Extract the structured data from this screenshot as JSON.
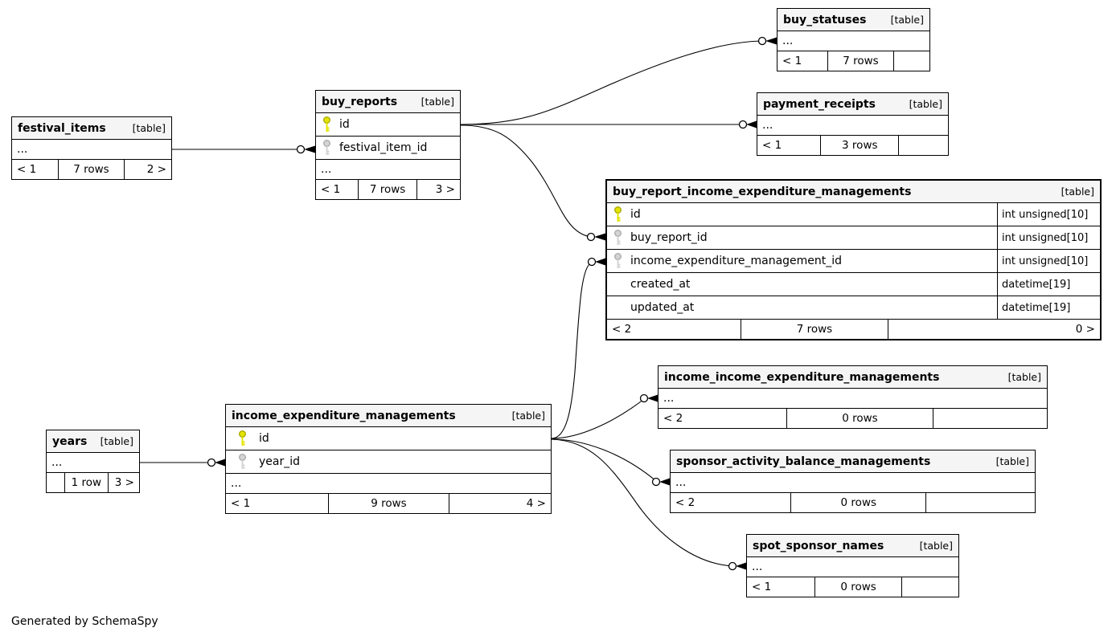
{
  "diagram": {
    "generated_by": "Generated by SchemaSpy",
    "colors": {
      "header_bg": "#f5f5f5",
      "border": "#000000",
      "background": "#ffffff",
      "primary_key": "#e4e400",
      "foreign_key": "#d4d4d4"
    }
  },
  "tables": {
    "buy_statuses": {
      "name": "buy_statuses",
      "tag": "[table]",
      "rows": [
        {
          "label": "..."
        }
      ],
      "footer": [
        "< 1",
        "7 rows",
        ""
      ]
    },
    "payment_receipts": {
      "name": "payment_receipts",
      "tag": "[table]",
      "rows": [
        {
          "label": "..."
        }
      ],
      "footer": [
        "< 1",
        "3 rows",
        ""
      ]
    },
    "festival_items": {
      "name": "festival_items",
      "tag": "[table]",
      "rows": [
        {
          "label": "..."
        }
      ],
      "footer": [
        "< 1",
        "7 rows",
        "2 >"
      ]
    },
    "buy_reports": {
      "name": "buy_reports",
      "tag": "[table]",
      "rows": [
        {
          "label": "id",
          "key": "primary"
        },
        {
          "label": "festival_item_id",
          "key": "foreign"
        },
        {
          "label": "..."
        }
      ],
      "footer": [
        "< 1",
        "7 rows",
        "3 >"
      ]
    },
    "buy_report_income_expenditure_managements": {
      "name": "buy_report_income_expenditure_managements",
      "tag": "[table]",
      "rows": [
        {
          "label": "id",
          "key": "primary",
          "type": "int unsigned[10]"
        },
        {
          "label": "buy_report_id",
          "key": "foreign",
          "type": "int unsigned[10]"
        },
        {
          "label": "income_expenditure_management_id",
          "key": "foreign",
          "type": "int unsigned[10]"
        },
        {
          "label": "created_at",
          "type": "datetime[19]"
        },
        {
          "label": "updated_at",
          "type": "datetime[19]"
        }
      ],
      "footer": [
        "< 2",
        "7 rows",
        "0 >"
      ]
    },
    "income_income_expenditure_managements": {
      "name": "income_income_expenditure_managements",
      "tag": "[table]",
      "rows": [
        {
          "label": "..."
        }
      ],
      "footer": [
        "< 2",
        "0 rows",
        ""
      ]
    },
    "sponsor_activity_balance_managements": {
      "name": "sponsor_activity_balance_managements",
      "tag": "[table]",
      "rows": [
        {
          "label": "..."
        }
      ],
      "footer": [
        "< 2",
        "0 rows",
        ""
      ]
    },
    "spot_sponsor_names": {
      "name": "spot_sponsor_names",
      "tag": "[table]",
      "rows": [
        {
          "label": "..."
        }
      ],
      "footer": [
        "< 1",
        "0 rows",
        ""
      ]
    },
    "income_expenditure_managements": {
      "name": "income_expenditure_managements",
      "tag": "[table]",
      "rows": [
        {
          "label": "id",
          "key": "primary"
        },
        {
          "label": "year_id",
          "key": "foreign"
        },
        {
          "label": "..."
        }
      ],
      "footer": [
        "< 1",
        "9 rows",
        "4 >"
      ]
    },
    "years": {
      "name": "years",
      "tag": "[table]",
      "rows": [
        {
          "label": "..."
        }
      ],
      "footer": [
        "",
        "1 row",
        "3 >"
      ]
    }
  },
  "relationships": [
    {
      "from": "festival_items",
      "to": "buy_reports.festival_item_id"
    },
    {
      "from": "buy_reports.id",
      "to": "buy_statuses"
    },
    {
      "from": "buy_reports.id",
      "to": "payment_receipts"
    },
    {
      "from": "buy_reports.id",
      "to": "buy_report_income_expenditure_managements.buy_report_id"
    },
    {
      "from": "income_expenditure_managements.id",
      "to": "buy_report_income_expenditure_managements.income_expenditure_management_id"
    },
    {
      "from": "income_expenditure_managements.id",
      "to": "income_income_expenditure_managements"
    },
    {
      "from": "income_expenditure_managements.id",
      "to": "sponsor_activity_balance_managements"
    },
    {
      "from": "income_expenditure_managements.id",
      "to": "spot_sponsor_names"
    },
    {
      "from": "years",
      "to": "income_expenditure_managements.year_id"
    }
  ]
}
